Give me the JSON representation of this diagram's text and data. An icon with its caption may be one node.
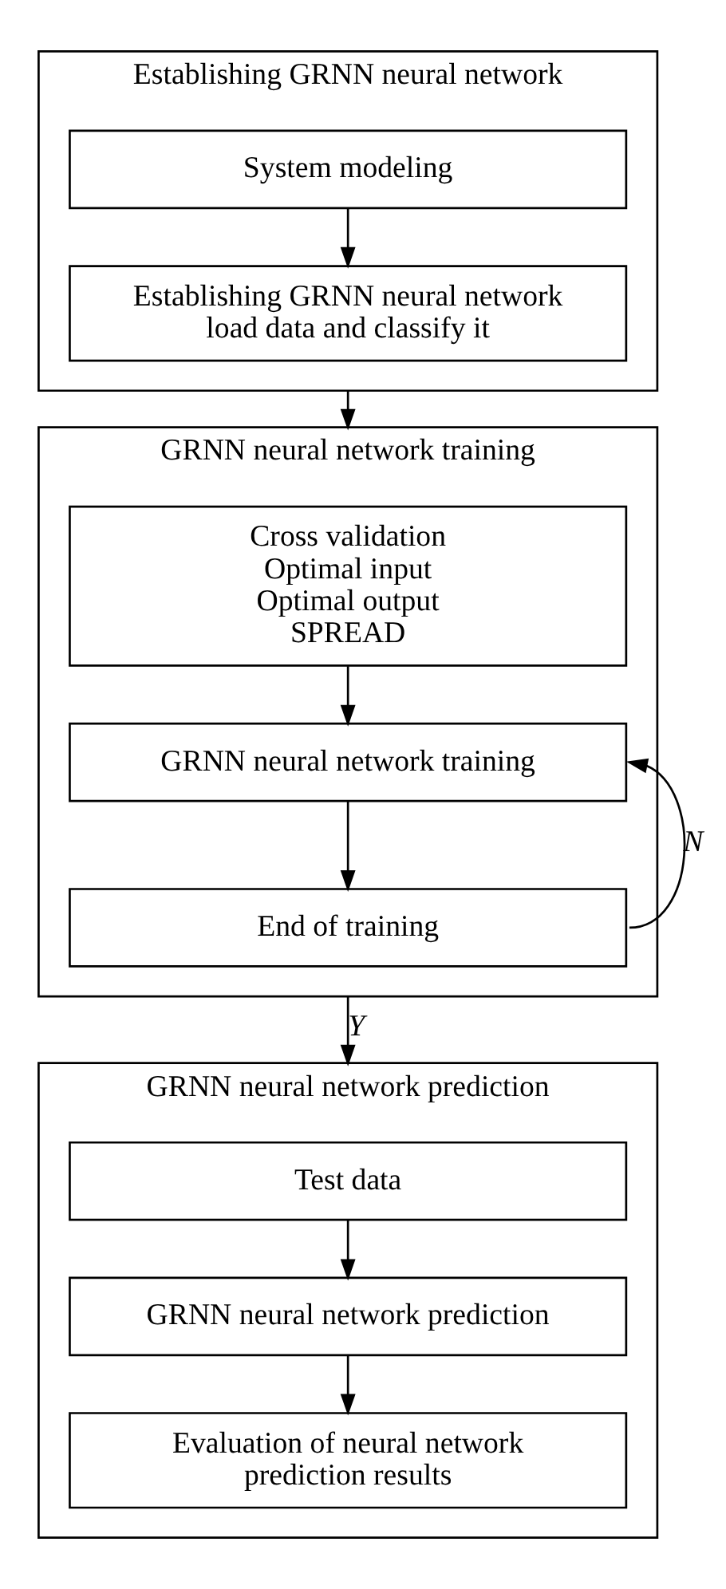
{
  "diagram": {
    "nodes": [
      {
        "text": [
          "Establishing GRNN neural network"
        ]
      },
      {
        "text": [
          "System modeling"
        ],
        "in": 0
      },
      {
        "text": [
          "Establishing GRNN neural network load data and classify it"
        ],
        "in": 0
      },
      {
        "text": [
          "GRNN neural network training"
        ]
      },
      {
        "text": [
          "Cross validation",
          "Optimal input",
          "Optimal output",
          "SPREAD"
        ],
        "in": 3
      },
      {
        "text": [
          "GRNN neural network training"
        ],
        "in": 3
      },
      {
        "text": [
          "End of training"
        ],
        "in": 3
      },
      {
        "text": [
          "GRNN neural network prediction"
        ]
      },
      {
        "text": [
          "Test data"
        ],
        "in": 7
      },
      {
        "text": [
          "GRNN neural network prediction"
        ],
        "in": 7
      },
      {
        "text": [
          "Evaluation of neural network prediction results"
        ],
        "in": 7
      }
    ],
    "edges": [
      {
        "from": 1,
        "to": 2,
        "arrow": "to"
      },
      {
        "from": 0,
        "to": 3,
        "arrow": "to"
      },
      {
        "from": 4,
        "to": 5,
        "arrow": "to"
      },
      {
        "from": 5,
        "to": 6,
        "arrow": "to"
      },
      {
        "from": 6,
        "to": 5,
        "arrow": "to",
        "label": "N"
      },
      {
        "from": 3,
        "to": 7,
        "arrow": "to",
        "label": "Y"
      },
      {
        "from": 8,
        "to": 9,
        "arrow": "to"
      },
      {
        "from": 9,
        "to": 10,
        "arrow": "to"
      }
    ]
  }
}
